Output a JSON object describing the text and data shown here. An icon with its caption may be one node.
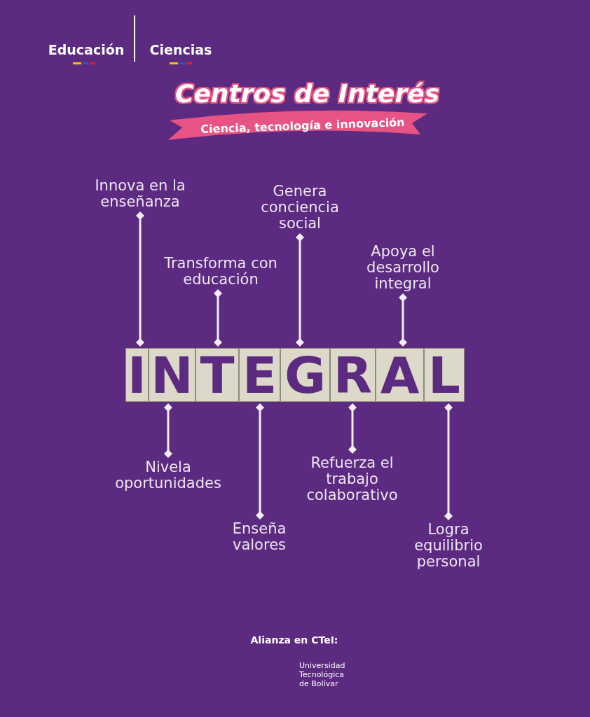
{
  "diagram": {
    "title": "Centros de Interés",
    "nodes": [
      {
        "text": [
          "I"
        ]
      },
      {
        "text": [
          "N"
        ]
      },
      {
        "text": [
          "T"
        ]
      },
      {
        "text": [
          "E"
        ]
      },
      {
        "text": [
          "G"
        ]
      },
      {
        "text": [
          "R"
        ]
      },
      {
        "text": [
          "A"
        ]
      },
      {
        "text": [
          "L"
        ]
      },
      {
        "text": [
          "Innova en la enseñanza"
        ]
      },
      {
        "text": [
          "Genera conciencia social"
        ]
      },
      {
        "text": [
          "Transforma con educación"
        ]
      },
      {
        "text": [
          "Apoya el desarrollo integral"
        ]
      },
      {
        "text": [
          "Nivela oportunidades"
        ]
      },
      {
        "text": [
          "Refuerza el trabajo colaborativo"
        ]
      },
      {
        "text": [
          "Enseña valores"
        ]
      },
      {
        "text": [
          "Logra equilibrio personal"
        ]
      }
    ],
    "edges": [
      {
        "from": 8,
        "to": 0,
        "arrow": "other"
      },
      {
        "from": 9,
        "to": 4,
        "arrow": "other"
      },
      {
        "from": 10,
        "to": 2,
        "arrow": "other"
      },
      {
        "from": 11,
        "to": 6,
        "arrow": "other"
      },
      {
        "from": 12,
        "to": 1,
        "arrow": "other"
      },
      {
        "from": 13,
        "to": 5,
        "arrow": "other"
      },
      {
        "from": 14,
        "to": 3,
        "arrow": "other"
      },
      {
        "from": 15,
        "to": 7,
        "arrow": "other"
      }
    ],
    "labels": [
      "Educación",
      "Ciencias",
      "Ciencia, tecnología e innovación",
      "Alianza en CTeI:",
      "Universidad Tecnológica de Bolívar"
    ]
  }
}
